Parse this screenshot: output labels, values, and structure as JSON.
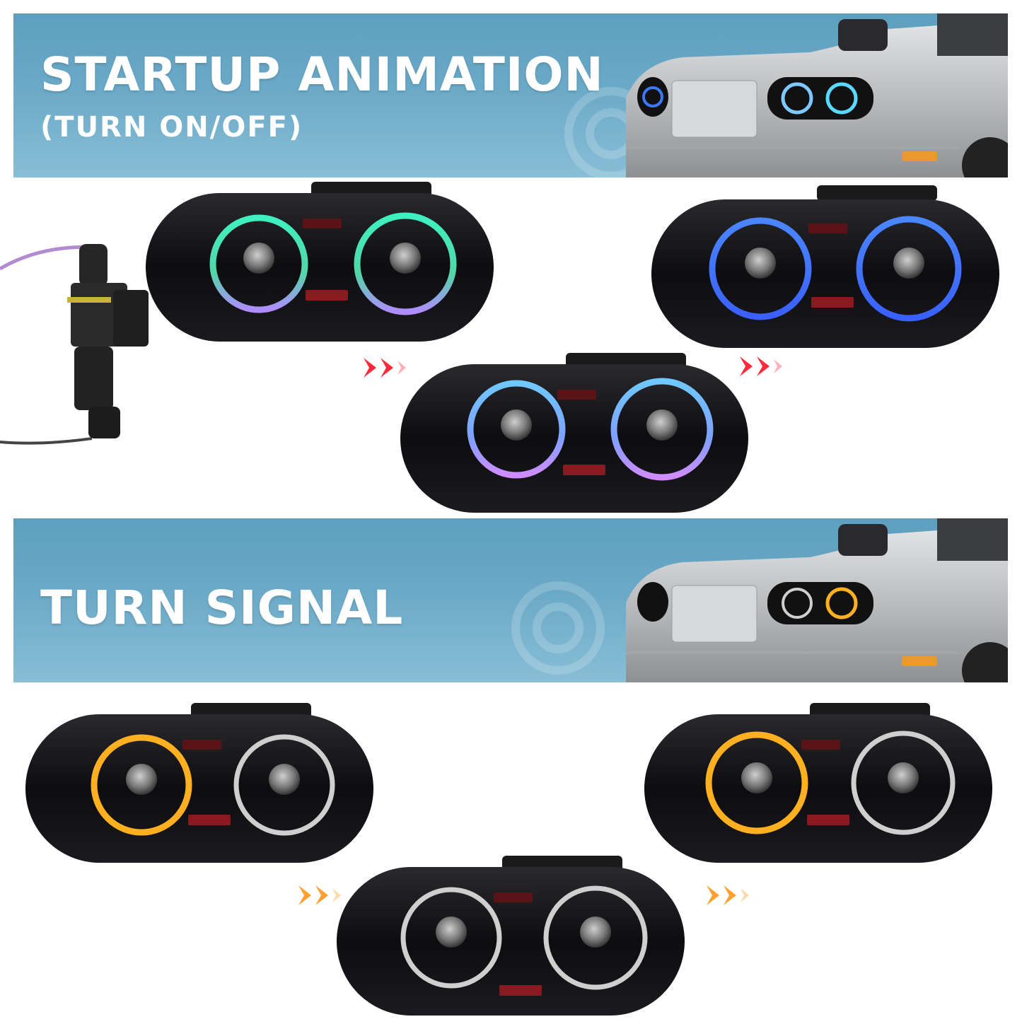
{
  "startup": {
    "title": "STARTUP ANIMATION",
    "subtitle": "(TURN ON/OFF)"
  },
  "turn": {
    "title": "TURN SIGNAL"
  },
  "colors": {
    "banner": "#6aa9c7",
    "ring_green": "#3fe0b5",
    "ring_blue": "#3a78ff",
    "ring_purple": "#c58bff",
    "ring_amber": "#ffb020",
    "ring_white": "#d8d8d8",
    "arrow_red": "#ff2a3a",
    "arrow_amber": "#ffa030"
  },
  "icons": [
    "connector-icon",
    "chevron-double-right-icon",
    "watermark-logo"
  ]
}
